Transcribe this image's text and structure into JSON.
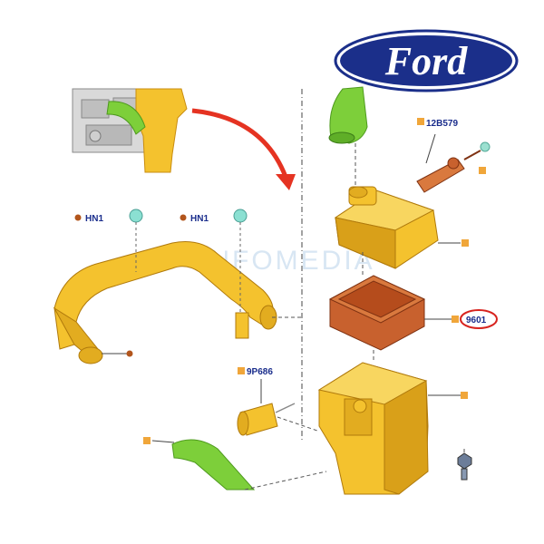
{
  "brand": {
    "logo_text": "Ford",
    "logo_color": "#1b2f8a"
  },
  "watermark": "INFOMEDIA",
  "colors": {
    "part_yellow": "#f4c22e",
    "part_shadow": "#c98d10",
    "hose_green": "#7dcf3a",
    "filter_brown": "#c8612e",
    "arrow_red": "#e53322",
    "label_blue": "#1a2d8c",
    "highlight_red": "#d7231e"
  },
  "callouts": {
    "hn1_left": "HN1",
    "hn1_right": "HN1",
    "p12b579": "12B579",
    "p9601": "9601",
    "p9p686": "9P686"
  }
}
